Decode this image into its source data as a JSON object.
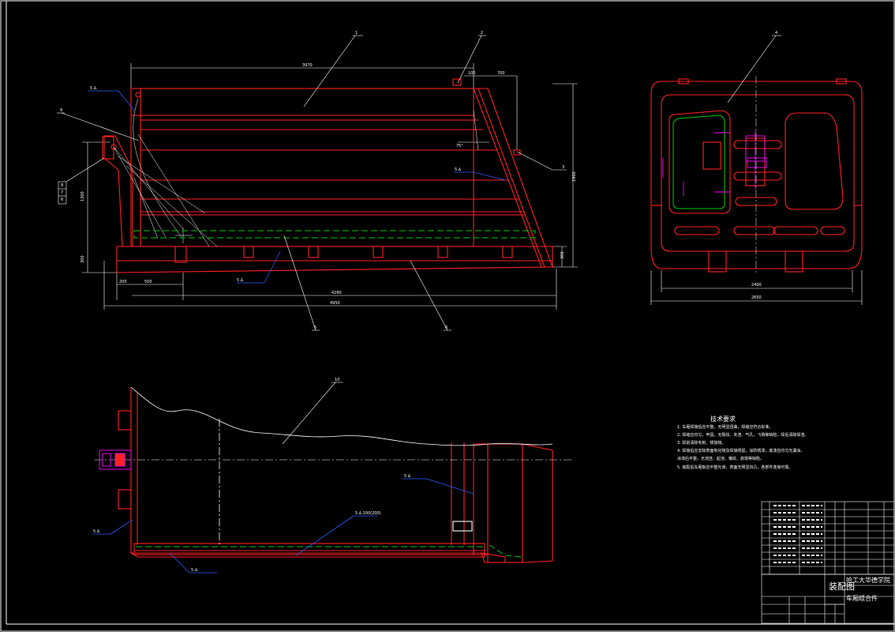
{
  "colors": {
    "background": "#000000",
    "frame": "#ffffff",
    "outline": "#ff2020",
    "dimension": "#ffffff",
    "leader": "#ffffff",
    "weld": "#2a5bff",
    "hidden": "#00cc00",
    "accent": "#ff00ff"
  },
  "balloons": {
    "b1": "1",
    "b2": "2",
    "b3": "3",
    "b4": "4",
    "b5": "5",
    "b6": "6",
    "b7": "7",
    "b8": "8",
    "b9": "9",
    "b10": "10"
  },
  "tech_requirements": {
    "title": "技术要求",
    "lines": [
      "1. 车厢焊接后应平整，无明显扭曲，焊缝应符合标准。",
      "2. 焊缝应均匀，牢固，无裂纹、夹渣、气孔、飞溅等缺陷，焊后清除焊渣。",
      "3. 焊前清除毛刺、锈蚀物。",
      "4. 焊接后应去除表面氧化物及焊接残留，涂防锈漆，底漆应均匀无漏涂。",
      "   涂漆后平整，无流挂、起泡、皱纹、剥落等缺陷。",
      "5. 装配后车厢板应平整光滑，表面无明显凹凸，各部件连接可靠。"
    ]
  },
  "title_block": {
    "drawing_type": "装配图",
    "school": "哈工大华德学院",
    "part_name": "车厢组合件"
  }
}
